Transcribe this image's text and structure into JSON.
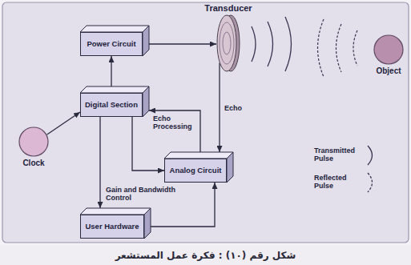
{
  "diagram": {
    "caption": "شكل رقم (١٠) : فكرة عمل المستشعر",
    "nodes": [
      {
        "text": [
          "Power Circuit"
        ]
      },
      {
        "text": [
          "Transducer"
        ]
      },
      {
        "text": [
          "Object"
        ]
      },
      {
        "text": [
          "Digital Section"
        ]
      },
      {
        "text": [
          "Clock"
        ]
      },
      {
        "text": [
          "Analog Circuit"
        ]
      },
      {
        "text": [
          "User Hardware"
        ]
      }
    ],
    "edges": [
      {
        "from": 4,
        "to": 3,
        "arrow": "to"
      },
      {
        "from": 3,
        "to": 0,
        "arrow": "to"
      },
      {
        "from": 0,
        "to": 1,
        "arrow": "to"
      },
      {
        "from": 1,
        "to": 5,
        "label": "Echo",
        "arrow": "to"
      },
      {
        "from": 5,
        "to": 3,
        "label": "Echo Processing",
        "arrow": "to"
      },
      {
        "from": 3,
        "to": 5,
        "arrow": "to"
      },
      {
        "from": 3,
        "to": 6,
        "label": "Gain and Bandwidth Control",
        "arrow": "to"
      },
      {
        "from": 6,
        "to": 5,
        "arrow": "to"
      }
    ],
    "legend": [
      {
        "text": "Transmitted Pulse"
      },
      {
        "text": "Reflected Pulse"
      }
    ]
  }
}
